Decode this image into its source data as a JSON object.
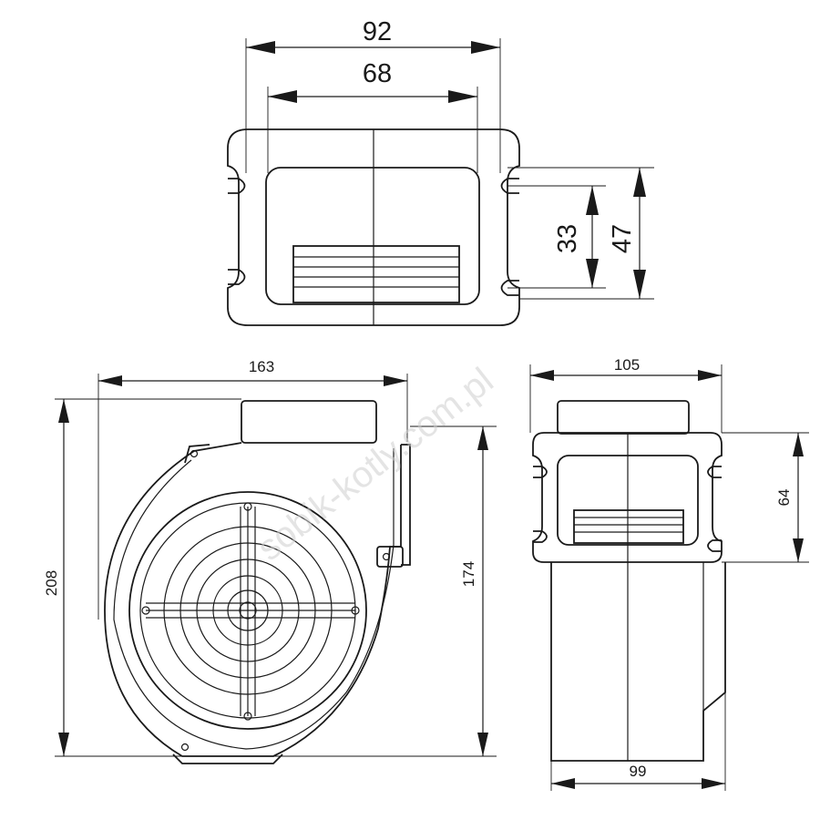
{
  "dimensions": {
    "top_outer_width": "92",
    "top_inner_width": "68",
    "top_slot_spacing": "33",
    "top_flange_height": "47",
    "front_width": "163",
    "front_total_height": "208",
    "front_body_height": "174",
    "side_width": "105",
    "side_flange_height": "64",
    "side_base_width": "99"
  },
  "watermark": "sobik-kotly.com.pl",
  "colors": {
    "line": "#1a1a1a",
    "watermark": "#cfcfcf",
    "background": "#ffffff"
  }
}
